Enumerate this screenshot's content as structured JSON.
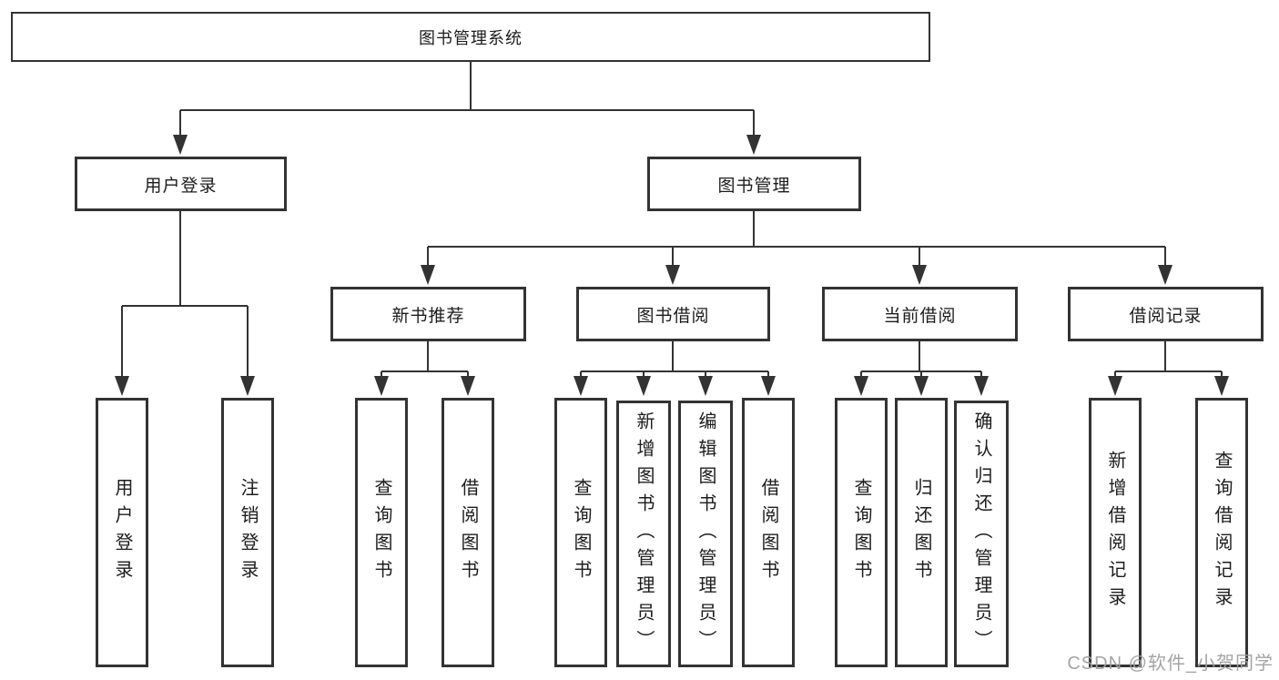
{
  "diagram": {
    "title": "图书管理系统",
    "user_login": {
      "label": "用户登录",
      "children": [
        "用户登录",
        "注销登录"
      ]
    },
    "book_mgmt": {
      "label": "图书管理",
      "groups": [
        {
          "label": "新书推荐",
          "children": [
            "查询图书",
            "借阅图书"
          ]
        },
        {
          "label": "图书借阅",
          "children": [
            "查询图书",
            "新增图书（管理员）",
            "编辑图书（管理员）",
            "借阅图书"
          ]
        },
        {
          "label": "当前借阅",
          "children": [
            "查询图书",
            "归还图书",
            "确认归还（管理员）"
          ]
        },
        {
          "label": "借阅记录",
          "children": [
            "新增借阅记录",
            "查询借阅记录"
          ]
        }
      ]
    }
  },
  "watermark": {
    "text": "CSDN @软件_小贺同学",
    "color": "#a0a0a0"
  },
  "colors": {
    "line": "#333333",
    "border": "#333333",
    "text": "#1c1c1c",
    "background": "#ffffff"
  }
}
